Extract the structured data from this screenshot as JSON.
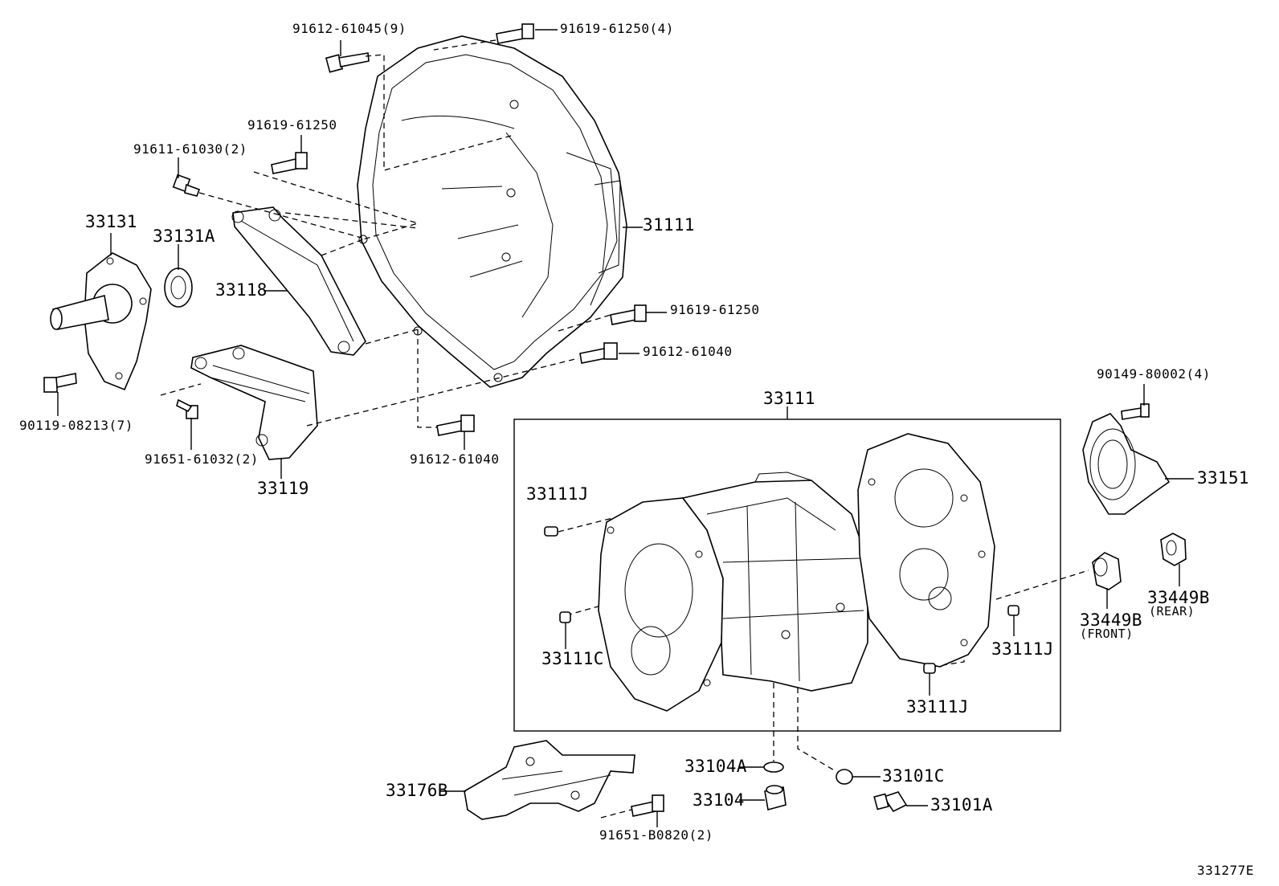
{
  "diagram": {
    "illustration_code": "331277E",
    "labels": {
      "bolt_91612_61045": "91612-61045(9)",
      "bolt_91619_61250_4": "91619-61250(4)",
      "bolt_91619_61250_a": "91619-61250",
      "bolt_91611_61030": "91611-61030(2)",
      "housing_31111": "31111",
      "part_33131": "33131",
      "part_33131A": "33131A",
      "part_33118": "33118",
      "bolt_91619_61250_b": "91619-61250",
      "bolt_91612_61040_a": "91612-61040",
      "bolt_90119_08213": "90119-08213(7)",
      "bolt_91651_61032": "91651-61032(2)",
      "part_33119": "33119",
      "bolt_91612_61040_b": "91612-61040",
      "case_33111": "33111",
      "bolt_90149_80002": "90149-80002(4)",
      "part_33151": "33151",
      "pin_33111J_a": "33111J",
      "part_33449B_rear": "33449B",
      "rear_note": "(REAR)",
      "part_33449B_front": "33449B",
      "front_note": "(FRONT)",
      "part_33111C": "33111C",
      "pin_33111J_b": "33111J",
      "pin_33111J_c": "33111J",
      "part_33104A": "33104A",
      "part_33101C": "33101C",
      "part_33176B": "33176B",
      "part_33104": "33104",
      "part_33101A": "33101A",
      "bolt_91651_B0820": "91651-B0820(2)"
    }
  }
}
